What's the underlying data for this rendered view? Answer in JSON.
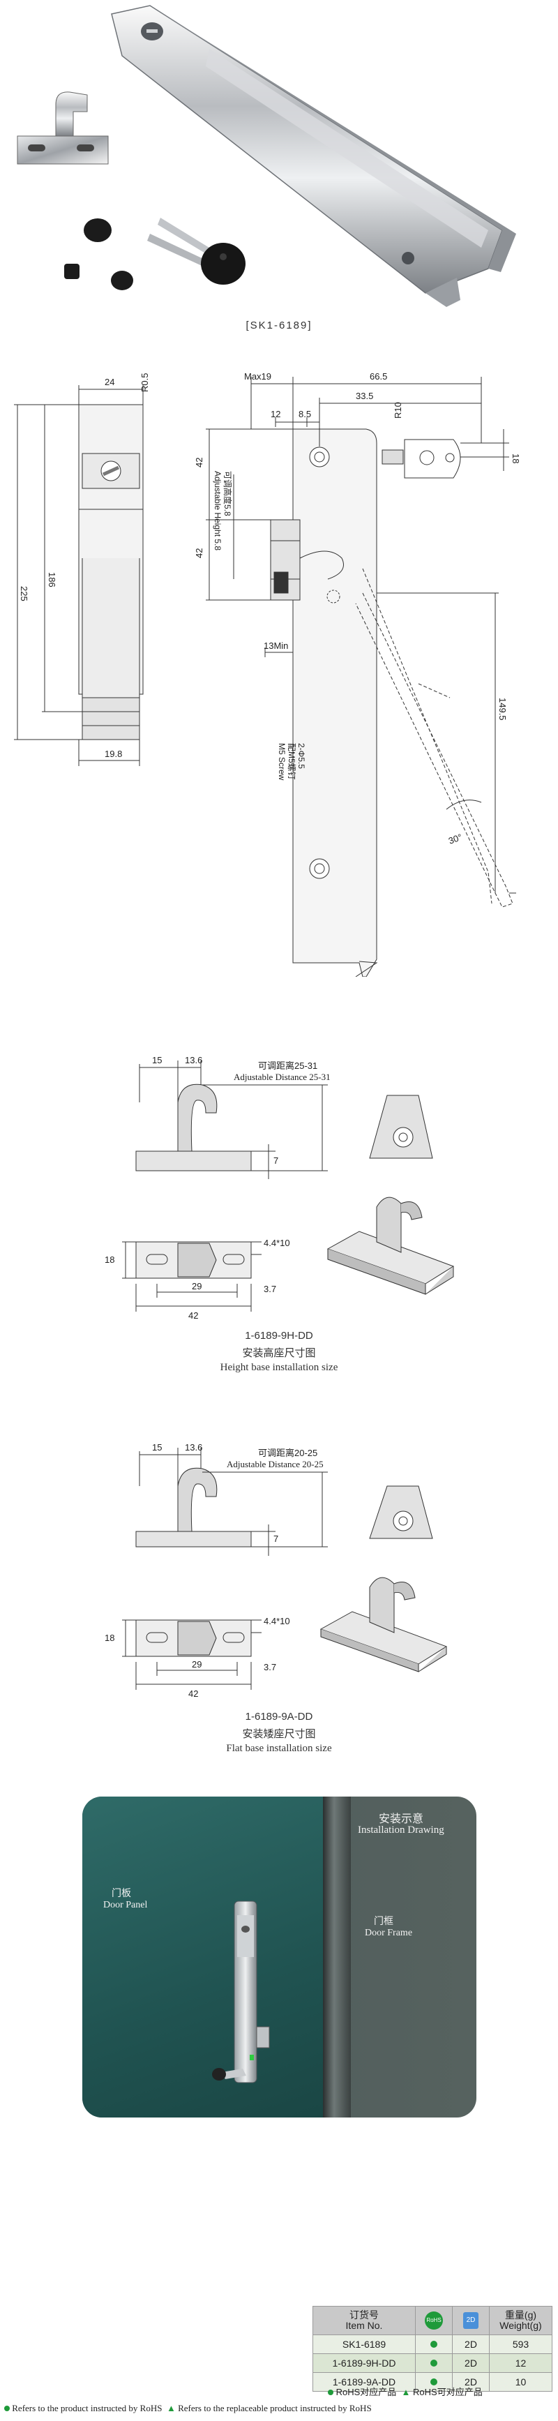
{
  "product": {
    "caption": "[SK1-6189]"
  },
  "main_drawing": {
    "dims": {
      "max19": "Max19",
      "w665": "66.5",
      "w335": "33.5",
      "w12": "12",
      "w85": "8.5",
      "r10": "R10",
      "h18": "18",
      "w24": "24",
      "r05": "R0.5",
      "h42a": "42",
      "adj_cn": "可调高度5.8",
      "adj_en": "Adjustable Height 5.8",
      "h42b": "42",
      "h186": "186",
      "h225": "225",
      "min13": "13Min",
      "h1495": "149.5",
      "screw_a": "2-Φ5.5",
      "screw_cn": "配M5螺钉",
      "screw_en": "M5 Screw",
      "angle": "30°",
      "w198": "19.8"
    }
  },
  "height_base": {
    "top_dims": {
      "d15": "15",
      "d136": "13.6",
      "d7": "7"
    },
    "adj_cn": "可调距离25-31",
    "adj_en": "Adjustable Distance 25-31",
    "plan_dims": {
      "d18": "18",
      "d4410": "4.4*10",
      "d29": "29",
      "d37": "3.7",
      "d42": "42"
    },
    "code": "1-6189-9H-DD",
    "title_cn": "安装高座尺寸图",
    "title_en": "Height base installation size"
  },
  "flat_base": {
    "top_dims": {
      "d15": "15",
      "d136": "13.6",
      "d7": "7"
    },
    "adj_cn": "可调距离20-25",
    "adj_en": "Adjustable Distance 20-25",
    "plan_dims": {
      "d18": "18",
      "d4410": "4.4*10",
      "d29": "29",
      "d37": "3.7",
      "d42": "42"
    },
    "code": "1-6189-9A-DD",
    "title_cn": "安装矮座尺寸图",
    "title_en": "Flat base installation size"
  },
  "install": {
    "title_cn": "安装示意",
    "title_en": "Installation Drawing",
    "door_panel_cn": "门板",
    "door_panel_en": "Door Panel",
    "door_frame_cn": "门框",
    "door_frame_en": "Door Frame"
  },
  "table": {
    "headers": [
      "订货号",
      "Item No.",
      "RoHS",
      "2D",
      "重量(g)",
      "Weight(g)"
    ],
    "rows": [
      {
        "item": "SK1-6189",
        "d2": "2D",
        "weight": "593"
      },
      {
        "item": "1-6189-9H-DD",
        "d2": "2D",
        "weight": "12"
      },
      {
        "item": "1-6189-9A-DD",
        "d2": "2D",
        "weight": "10"
      }
    ],
    "notes": {
      "rohs_cn": "RoHS对应产品",
      "replaceable_cn": "RoHS可对应产品",
      "rohs_en": "Refers to the product instructed by RoHS",
      "replaceable_en": "Refers to the replaceable product instructed by RoHS"
    }
  },
  "colors": {
    "accent_green": "#1f9a3a",
    "panel_teal": "#205351"
  }
}
